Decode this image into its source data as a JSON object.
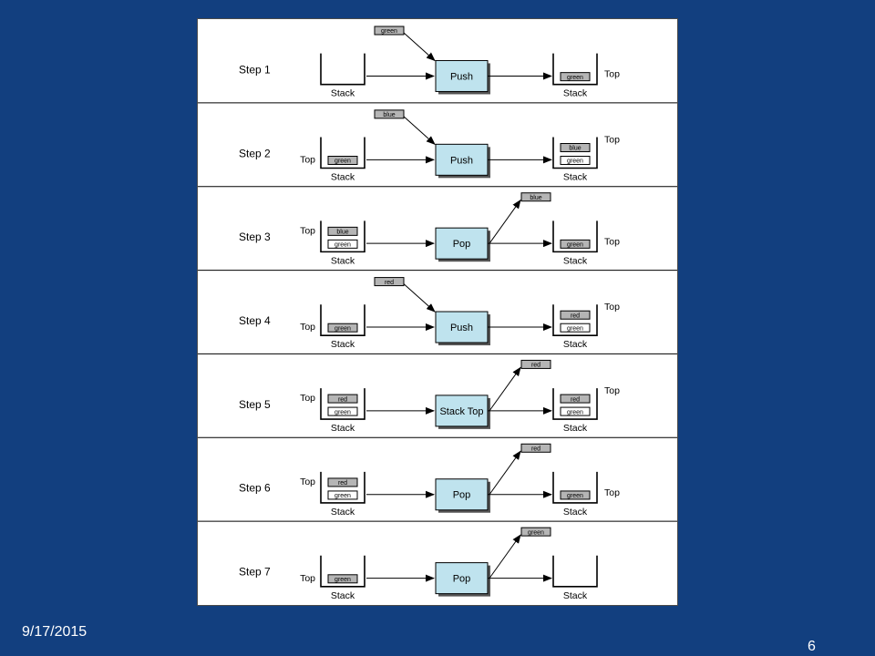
{
  "footer": {
    "date": "9/17/2015",
    "page_number": "6"
  },
  "diagram": {
    "stack_label": "Stack",
    "top_label": "Top",
    "colors": {
      "frame_bg": "#ffffff",
      "slide_bg": "#123f7f",
      "operation_box": "#bfe3ee",
      "filled_item": "#b5b5b5",
      "empty_item": "#ffffff"
    },
    "steps": [
      {
        "label": "Step 1",
        "operation": "Push",
        "input_item": "green",
        "output_item": null,
        "stack_before": [],
        "stack_after": [
          "green"
        ]
      },
      {
        "label": "Step 2",
        "operation": "Push",
        "input_item": "blue",
        "output_item": null,
        "stack_before": [
          "green"
        ],
        "stack_after": [
          "green",
          "blue"
        ]
      },
      {
        "label": "Step 3",
        "operation": "Pop",
        "input_item": null,
        "output_item": "blue",
        "stack_before": [
          "green",
          "blue"
        ],
        "stack_after": [
          "green"
        ]
      },
      {
        "label": "Step 4",
        "operation": "Push",
        "input_item": "red",
        "output_item": null,
        "stack_before": [
          "green"
        ],
        "stack_after": [
          "green",
          "red"
        ]
      },
      {
        "label": "Step 5",
        "operation": "Stack Top",
        "input_item": null,
        "output_item": "red",
        "stack_before": [
          "green",
          "red"
        ],
        "stack_after": [
          "green",
          "red"
        ]
      },
      {
        "label": "Step 6",
        "operation": "Pop",
        "input_item": null,
        "output_item": "red",
        "stack_before": [
          "green",
          "red"
        ],
        "stack_after": [
          "green"
        ]
      },
      {
        "label": "Step 7",
        "operation": "Pop",
        "input_item": null,
        "output_item": "green",
        "stack_before": [
          "green"
        ],
        "stack_after": []
      }
    ]
  }
}
